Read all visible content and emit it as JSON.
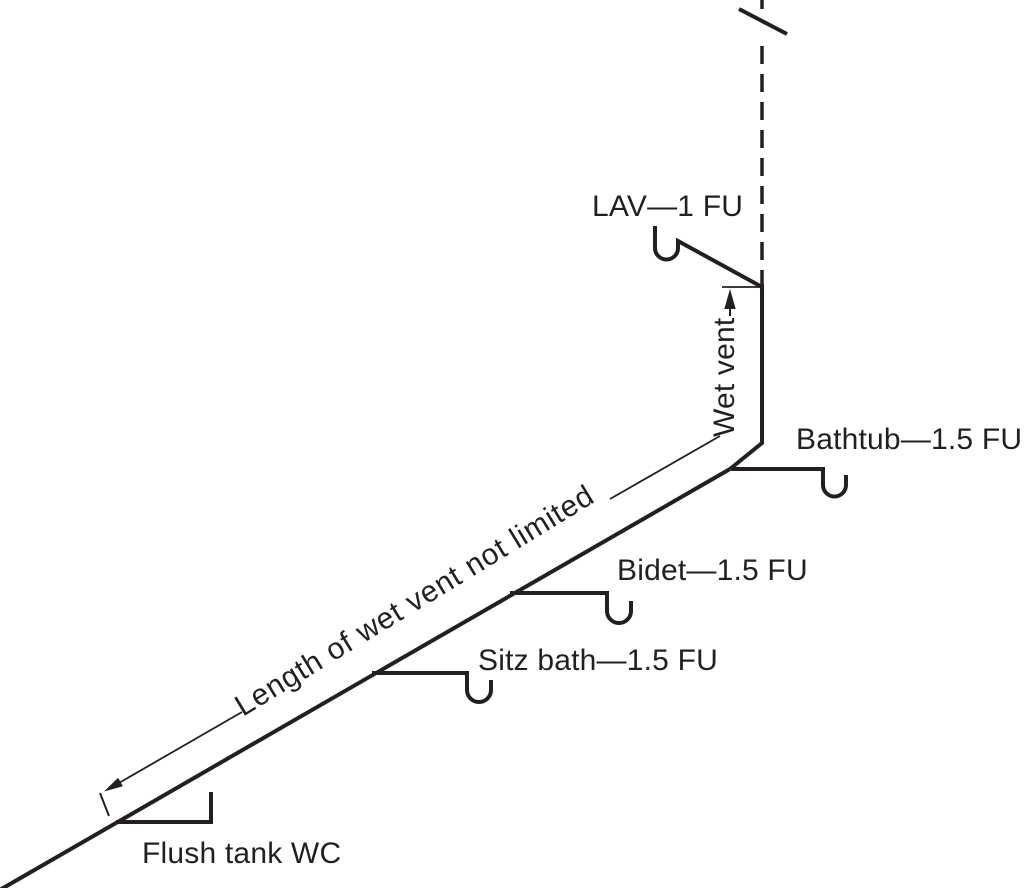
{
  "diagram": {
    "type": "wet-vent plumbing isometric schematic",
    "background_color": "#ffffff",
    "line_color": "#231f20",
    "fixtures": [
      {
        "id": "lav",
        "label": "LAV—1 FU"
      },
      {
        "id": "bathtub",
        "label": "Bathtub—1.5 FU"
      },
      {
        "id": "bidet",
        "label": "Bidet—1.5 FU"
      },
      {
        "id": "sitz-bath",
        "label": "Sitz bath—1.5 FU"
      },
      {
        "id": "flush-tank-wc",
        "label": "Flush tank WC"
      }
    ],
    "annotations": [
      {
        "id": "wet-vent",
        "label": "Wet vent"
      },
      {
        "id": "length-note",
        "label": "Length of wet vent not limited"
      }
    ]
  }
}
